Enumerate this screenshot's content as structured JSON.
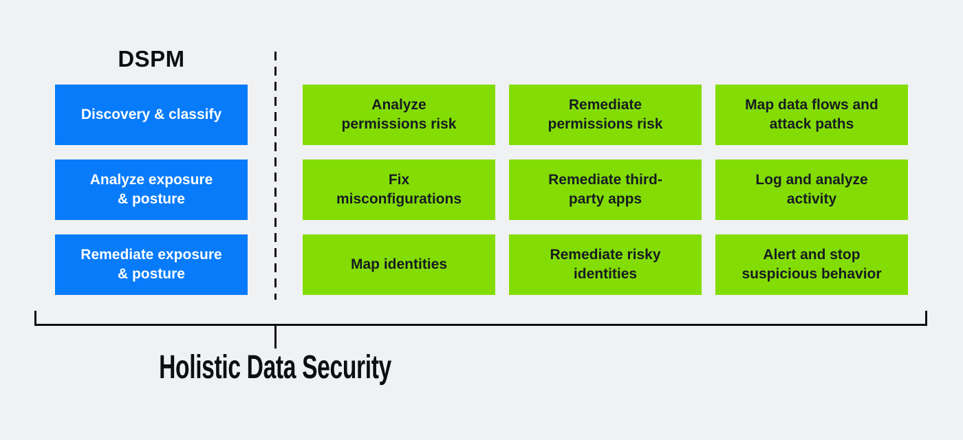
{
  "colors": {
    "background": "#f0f1f3",
    "blue": "#077bfa",
    "green": "#83dd04",
    "dark": "#0c0e12",
    "green_box_text": "#181c21",
    "blue_box_text": "#ffffff"
  },
  "dspm": {
    "title": "DSPM",
    "items": [
      {
        "label": "Discovery & classify"
      },
      {
        "label": "Analyze exposure\n& posture"
      },
      {
        "label": "Remediate exposure\n& posture"
      }
    ]
  },
  "capabilities": {
    "items": [
      {
        "label": "Analyze\npermissions risk"
      },
      {
        "label": "Remediate\npermissions risk"
      },
      {
        "label": "Map data flows and\nattack paths"
      },
      {
        "label": "Fix\nmisconfigurations"
      },
      {
        "label": "Remediate third-\nparty apps"
      },
      {
        "label": "Log and analyze\nactivity"
      },
      {
        "label": "Map identities"
      },
      {
        "label": "Remediate risky\nidentities"
      },
      {
        "label": "Alert and stop\nsuspicious behavior"
      }
    ]
  },
  "footer": {
    "label": "Holistic Data Security"
  }
}
